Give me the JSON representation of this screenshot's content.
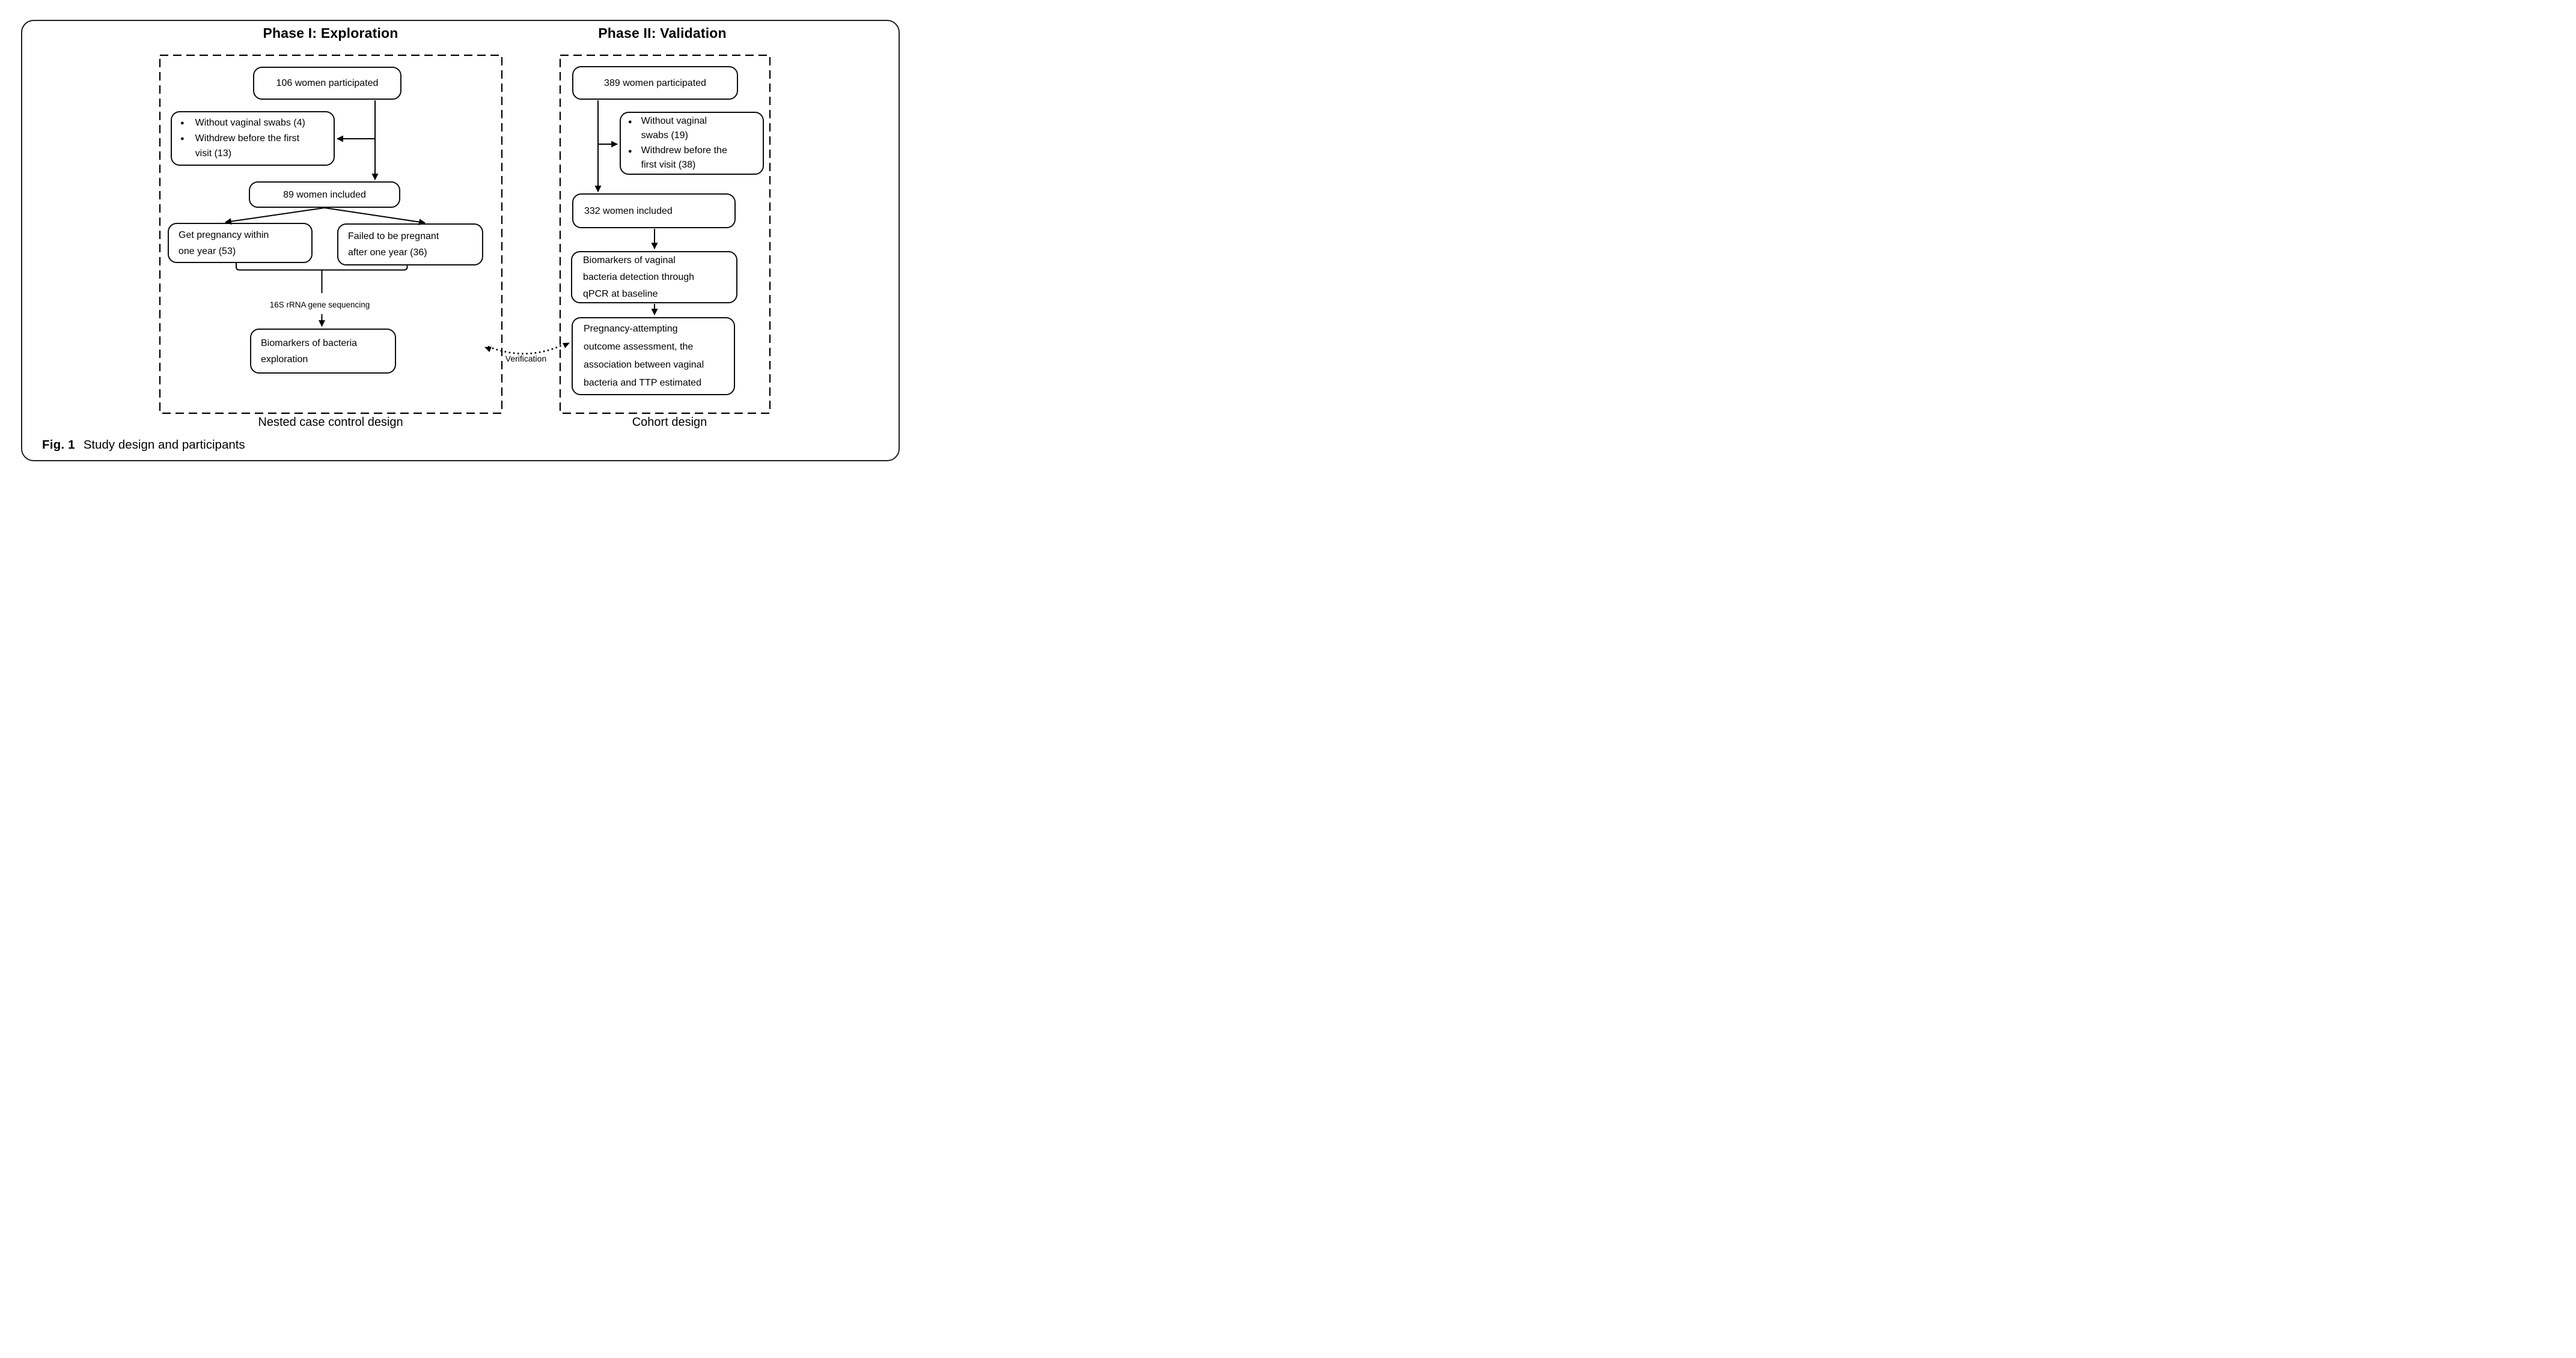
{
  "figure": {
    "caption_label": "Fig. 1",
    "caption_text": "Study design and participants"
  },
  "phase1": {
    "title": "Phase I: Exploration",
    "design_label": "Nested case control design",
    "box_participated": "106 women participated",
    "exclusions": [
      [
        "Without vaginal swabs (4)"
      ],
      [
        "Withdrew before the first",
        "visit (13)"
      ]
    ],
    "box_included": "89 women included",
    "box_pregnant": [
      "Get pregnancy within",
      "one year (53)"
    ],
    "box_failed": [
      "Failed to be pregnant",
      "after one year (36)"
    ],
    "sequencing_label": "16S rRNA gene sequencing",
    "box_biomarkers": [
      "Biomarkers of bacteria",
      "exploration"
    ]
  },
  "phase2": {
    "title": "Phase II: Validation",
    "design_label": "Cohort design",
    "box_participated": "389 women participated",
    "exclusions": [
      [
        "Without vaginal",
        "swabs (19)"
      ],
      [
        "Withdrew before the",
        "first visit (38)"
      ]
    ],
    "box_included": "332 women included",
    "box_qpcr": [
      "Biomarkers of vaginal",
      "bacteria detection through",
      "qPCR at baseline"
    ],
    "box_outcome": [
      "Pregnancy-attempting",
      "outcome assessment, the",
      "association between vaginal",
      "bacteria and TTP estimated"
    ]
  },
  "verification_label": "Verification",
  "icons": {
    "bullet_glyph": "●"
  },
  "colors": {
    "ink": "#000000",
    "background": "#ffffff"
  }
}
